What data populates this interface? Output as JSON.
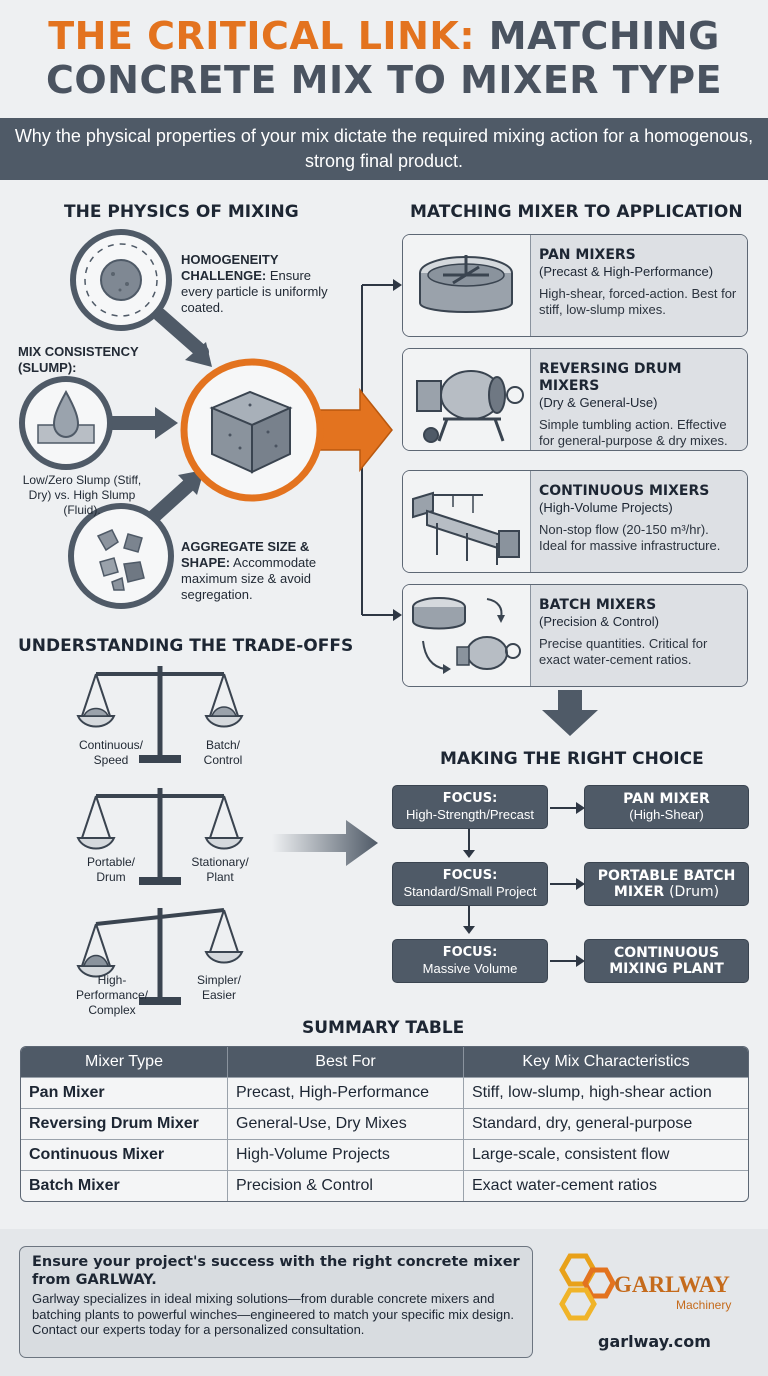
{
  "title": {
    "line1_accent": "THE CRITICAL LINK:",
    "line1_rest": "MATCHING",
    "line2": "CONCRETE MIX TO MIXER TYPE"
  },
  "subtitle": "Why the physical properties of your mix dictate the required mixing action for a homogenous, strong final product.",
  "physics": {
    "heading": "THE PHYSICS OF MIXING",
    "homogeneity_bold": "HOMOGENEITY CHALLENGE:",
    "homogeneity_text": "Ensure every particle is uniformly coated.",
    "consistency_label": "MIX CONSISTENCY (SLUMP):",
    "slump_text": "Low/Zero Slump (Stiff, Dry) vs. High Slump (Fluid).",
    "aggregate_bold": "AGGREGATE SIZE & SHAPE:",
    "aggregate_text": "Accommodate maximum size & avoid segregation."
  },
  "application": {
    "heading": "MATCHING MIXER TO APPLICATION",
    "cards": [
      {
        "title": "PAN MIXERS",
        "sub": "(Precast & High-Performance)",
        "desc": "High-shear, forced-action. Best for stiff, low-slump mixes.",
        "icon": "pan-mixer-icon"
      },
      {
        "title": "REVERSING DRUM MIXERS",
        "sub": "(Dry & General-Use)",
        "desc": "Simple tumbling action. Effective for general-purpose & dry mixes.",
        "icon": "drum-mixer-icon"
      },
      {
        "title": "CONTINUOUS MIXERS",
        "sub": "(High-Volume Projects)",
        "desc": "Non-stop flow (20-150 m³/hr). Ideal for massive infrastructure.",
        "icon": "conveyor-icon"
      },
      {
        "title": "BATCH MIXERS",
        "sub": "(Precision & Control)",
        "desc": "Precise quantities. Critical for exact water-cement ratios.",
        "icon": "batch-mixer-icon"
      }
    ]
  },
  "tradeoffs": {
    "heading": "UNDERSTANDING THE TRADE-OFFS",
    "scales": [
      {
        "left": "Continuous/ Speed",
        "right": "Batch/ Control"
      },
      {
        "left": "Portable/ Drum",
        "right": "Stationary/ Plant"
      },
      {
        "left": "High- Performance/ Complex",
        "right": "Simpler/ Easier"
      }
    ]
  },
  "choice": {
    "heading": "MAKING THE RIGHT CHOICE",
    "rows": [
      {
        "focus_label": "FOCUS:",
        "focus": "High-Strength/Precast",
        "result": "PAN MIXER",
        "result_sub": "(High-Shear)"
      },
      {
        "focus_label": "FOCUS:",
        "focus": "Standard/Small Project",
        "result": "PORTABLE BATCH MIXER",
        "result_sub": "(Drum)"
      },
      {
        "focus_label": "FOCUS:",
        "focus": "Massive Volume",
        "result": "CONTINUOUS MIXING PLANT",
        "result_sub": ""
      }
    ]
  },
  "summary": {
    "heading": "SUMMARY TABLE",
    "columns": [
      "Mixer Type",
      "Best For",
      "Key Mix Characteristics"
    ],
    "rows": [
      [
        "Pan Mixer",
        "Precast, High-Performance",
        "Stiff, low-slump, high-shear action"
      ],
      [
        "Reversing Drum Mixer",
        "General-Use, Dry Mixes",
        "Standard, dry, general-purpose"
      ],
      [
        "Continuous Mixer",
        "High-Volume Projects",
        "Large-scale, consistent flow"
      ],
      [
        "Batch Mixer",
        "Precision & Control",
        "Exact water-cement ratios"
      ]
    ]
  },
  "footer": {
    "headline": "Ensure your project's success with the right concrete mixer from GARLWAY.",
    "body": "Garlway specializes in ideal mixing solutions—from durable concrete mixers and batching plants to powerful winches—engineered to match your specific mix design. Contact our experts today for a personalized consultation.",
    "brand": "GARLWAY",
    "brand_tagline": "Machinery",
    "website": "garlway.com"
  },
  "colors": {
    "accent": "#e3731f",
    "dark_slate": "#4f5a67",
    "background": "#eef0f2"
  }
}
